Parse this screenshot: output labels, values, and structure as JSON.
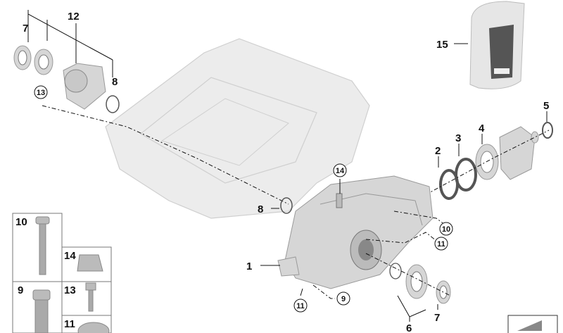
{
  "diagram": {
    "callouts": {
      "c7a": "7",
      "c12": "12",
      "c8a": "8",
      "c13": "13",
      "c15": "15",
      "c5": "5",
      "c4": "4",
      "c3": "3",
      "c2": "2",
      "c14": "14",
      "c8b": "8",
      "c10": "10",
      "c11a": "11",
      "c1": "1",
      "c9": "9",
      "c11b": "11",
      "c6": "6",
      "c7b": "7"
    },
    "fastener_boxes": {
      "b10": "10",
      "b14": "14",
      "b9": "9",
      "b13": "13",
      "b11": "11"
    },
    "colors": {
      "part": "#d6d6d6",
      "subframe": "#ececec",
      "line": "#111111"
    }
  }
}
